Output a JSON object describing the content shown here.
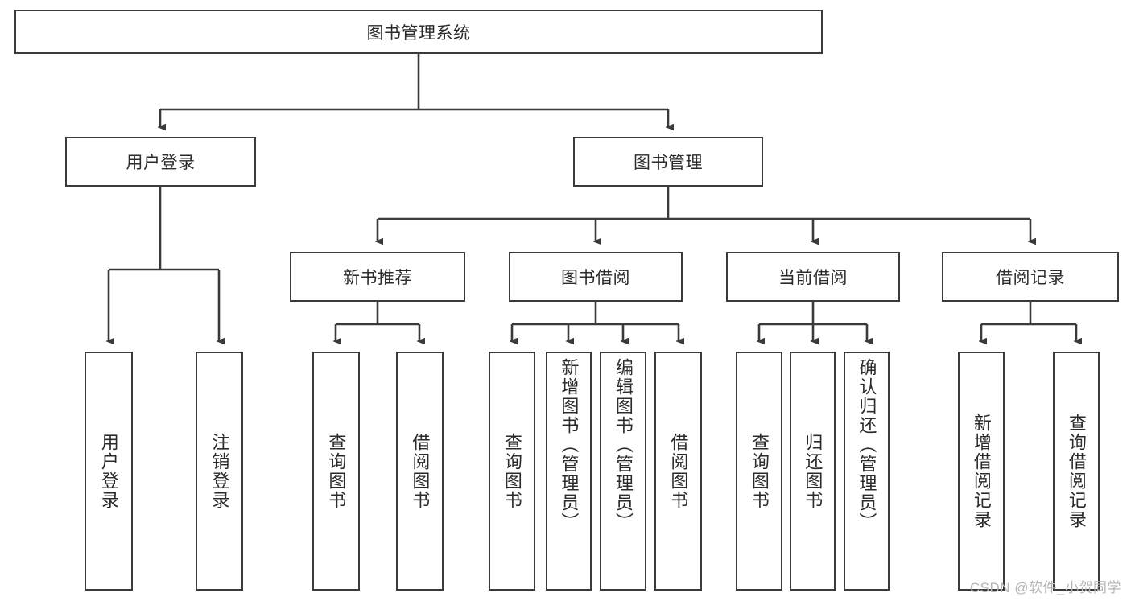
{
  "diagram": {
    "title": "图书管理系统",
    "type": "hierarchy-tree",
    "root": {
      "label": "图书管理系统"
    },
    "level1": [
      {
        "label": "用户登录"
      },
      {
        "label": "图书管理"
      }
    ],
    "level2": [
      {
        "label": "新书推荐",
        "parent": "图书管理"
      },
      {
        "label": "图书借阅",
        "parent": "图书管理"
      },
      {
        "label": "当前借阅",
        "parent": "图书管理"
      },
      {
        "label": "借阅记录",
        "parent": "图书管理"
      }
    ],
    "leaves": [
      {
        "label": "用户登录",
        "parent": "用户登录"
      },
      {
        "label": "注销登录",
        "parent": "用户登录"
      },
      {
        "label": "查询图书",
        "parent": "新书推荐"
      },
      {
        "label": "借阅图书",
        "parent": "新书推荐"
      },
      {
        "label": "查询图书",
        "parent": "图书借阅"
      },
      {
        "label": "新增图书（管理员）",
        "parent": "图书借阅"
      },
      {
        "label": "编辑图书（管理员）",
        "parent": "图书借阅"
      },
      {
        "label": "借阅图书",
        "parent": "图书借阅"
      },
      {
        "label": "查询图书",
        "parent": "当前借阅"
      },
      {
        "label": "归还图书",
        "parent": "当前借阅"
      },
      {
        "label": "确认归还（管理员）",
        "parent": "当前借阅"
      },
      {
        "label": "新增借阅记录",
        "parent": "借阅记录"
      },
      {
        "label": "查询借阅记录",
        "parent": "借阅记录"
      }
    ]
  },
  "watermark": {
    "text": "CSDN @软件_小贺同学"
  },
  "colors": {
    "stroke": "#3a3a3a",
    "text": "#2b2b2b",
    "background": "#ffffff",
    "watermark": "#b4b4b4"
  }
}
